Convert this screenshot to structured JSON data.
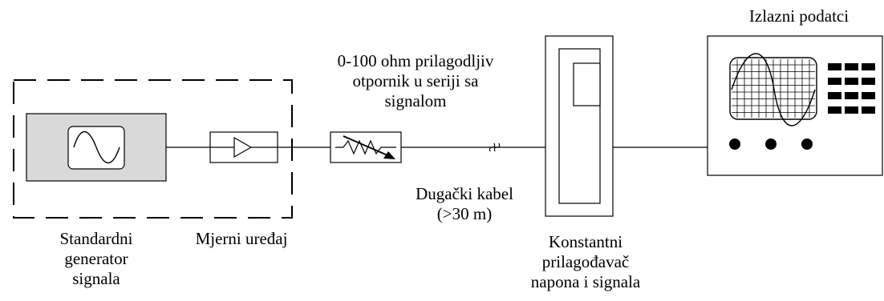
{
  "labels": {
    "output_title": "Izlazni podatci",
    "resistor_note": [
      "0-100 ohm prilagodljiv",
      "otpornik u seriji sa",
      "signalom"
    ],
    "cable_note": [
      "Dugački kabel",
      "(>30 m)"
    ],
    "generator": [
      "Standardni",
      "generator",
      "signala"
    ],
    "measuring_device": "Mjerni uređaj",
    "conditioner": [
      "Konstantni",
      "prilagođavač",
      "napona i signala"
    ]
  },
  "colors": {
    "stroke": "#000000",
    "generator_fill": "#d9d9d9",
    "background": "#ffffff"
  },
  "icons": {
    "generator_screen": "sine-wave-icon",
    "amplifier": "triangle-amplifier-icon",
    "resistor": "variable-resistor-icon",
    "cable_break": "cable-break-icon",
    "oscilloscope": "oscilloscope-grid-icon"
  }
}
